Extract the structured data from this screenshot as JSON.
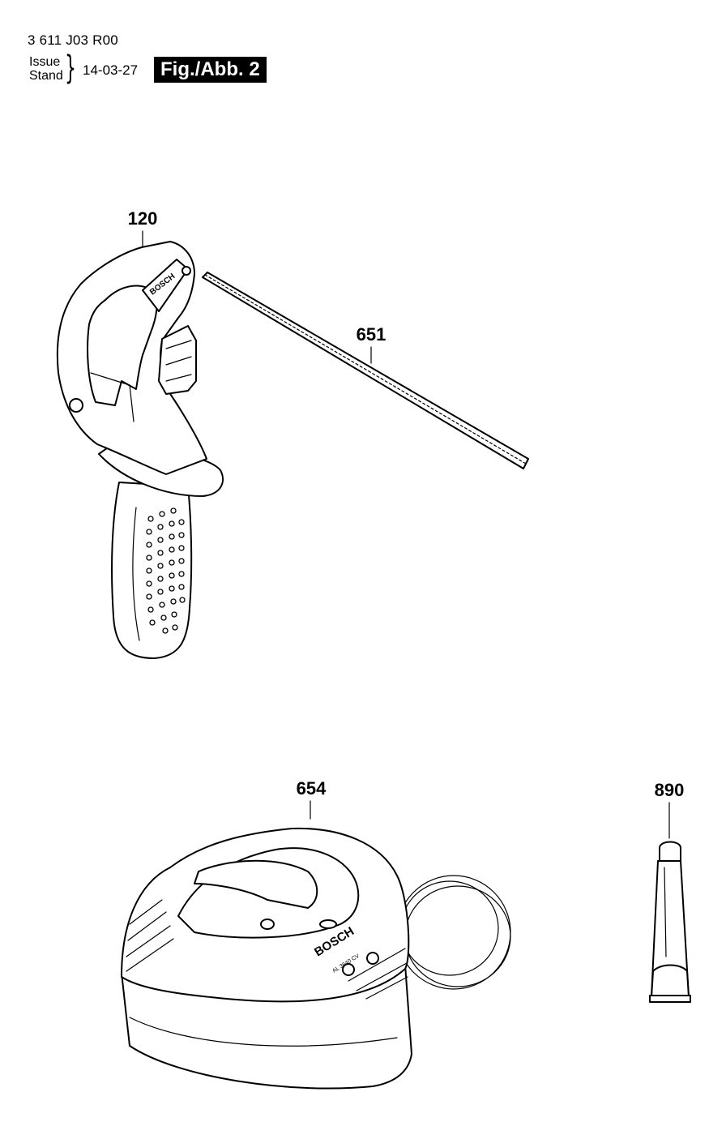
{
  "header": {
    "doc_number": "3 611 J03 R00",
    "issue_label": "Issue",
    "stand_label": "Stand",
    "issue_date": "14-03-27",
    "fig_label": "Fig./Abb. 2"
  },
  "parts": [
    {
      "number": "120",
      "icon": "handle-icon"
    },
    {
      "number": "651",
      "icon": "depth-rod-icon"
    },
    {
      "number": "654",
      "icon": "charger-icon"
    },
    {
      "number": "890",
      "icon": "grease-tube-icon"
    }
  ],
  "logos": {
    "handle_brand": "BOSCH",
    "charger_brand": "BOSCH",
    "charger_model": "AL 3640 CV"
  }
}
